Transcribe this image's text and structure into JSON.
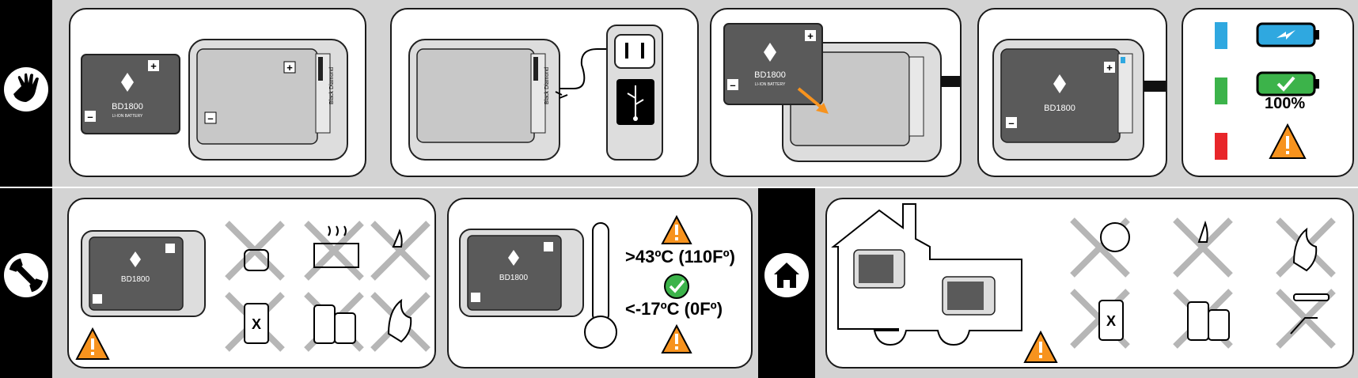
{
  "colors": {
    "status_blue": "#2fa8e0",
    "status_green": "#3cb34a",
    "status_red": "#e8262a",
    "warning_orange": "#f7931e",
    "arrow_orange": "#f7931e"
  },
  "icons": [
    "hand-icon",
    "wrench-icon",
    "home-icon",
    "warning-icon",
    "check-icon",
    "usb-icon",
    "thermometer-icon"
  ],
  "battery": {
    "model": "BD1800",
    "sub": "LI-ION BATTERY",
    "plus": "+",
    "minus": "–"
  },
  "charger": {
    "brand": "Black Diamond"
  },
  "status": {
    "charge_percent": "100%"
  },
  "temperature": {
    "high": ">43ºC (110Fº)",
    "low": "<-17ºC (0Fº)"
  }
}
